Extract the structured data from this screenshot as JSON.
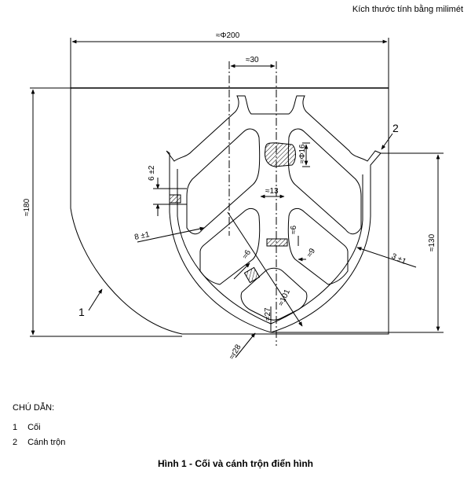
{
  "header": {
    "note": "Kích thước tính bằng milimét"
  },
  "drawing": {
    "dim_diameter": "≈Φ200",
    "dim_width30": "≈30",
    "dim_height180": "≈180",
    "dim_height130": "≈130",
    "dim_6pm2": "6 ±2",
    "dim_8pm1": "8 ±1",
    "dim_3pm1": "3 ±1",
    "dim_phi16": "≈Φ16",
    "dim_13": "≈13",
    "dim_6_a": "≈6",
    "dim_6_b": "≈6",
    "dim_9": "≈9",
    "dim_101": "≈101",
    "dim_27": "≈27",
    "dim_r128": "≈r28",
    "callout_1": "1",
    "callout_2": "2"
  },
  "legend": {
    "title": "CHÚ DẪN:",
    "items": [
      {
        "num": "1",
        "label": "Cối"
      },
      {
        "num": "2",
        "label": "Cánh trộn"
      }
    ]
  },
  "caption": "Hình 1 - Cối và cánh trộn điển hình"
}
